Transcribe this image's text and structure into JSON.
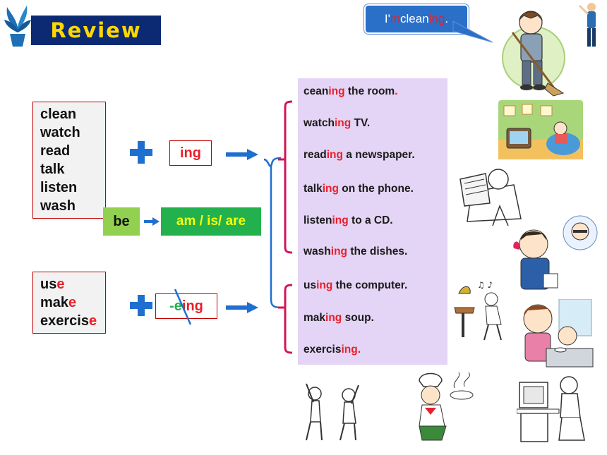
{
  "title": "Review",
  "speech_bubble": {
    "prefix": "I'",
    "accent1": "m",
    "middle": " clean",
    "accent2": "ing",
    "suffix": "."
  },
  "verbs_group1": [
    "clean",
    "watch",
    "read",
    "talk",
    "listen",
    "wash"
  ],
  "suffix_box1": "ing",
  "be_label": "be",
  "be_forms": "am / is/ are",
  "verbs_group2": [
    {
      "stem": "us",
      "end": "e"
    },
    {
      "stem": "mak",
      "end": "e"
    },
    {
      "stem": "exercis",
      "end": "e"
    }
  ],
  "suffix_box2": {
    "dash": "- ",
    "letter": "e",
    "ing": "ing"
  },
  "phrases": [
    {
      "stem": "cean",
      "ing": "ing",
      "rest": " the room",
      "dot": "."
    },
    {
      "stem": "watch",
      "ing": "ing",
      "rest": " TV.",
      "dot": ""
    },
    {
      "stem": "read",
      "ing": "ing",
      "rest": " a newspaper.",
      "dot": ""
    },
    {
      "stem": "talk",
      "ing": "ing",
      "rest": " on the phone.",
      "dot": ""
    },
    {
      "stem": "listen",
      "ing": "ing",
      "rest": " to a CD.",
      "dot": ""
    },
    {
      "stem": "wash",
      "ing": "ing",
      "rest": " the dishes.",
      "dot": ""
    },
    {
      "stem": "us",
      "ing": "ing",
      "rest": " the computer.",
      "dot": ""
    },
    {
      "stem": "mak",
      "ing": "ing",
      "rest": " soup.",
      "dot": ""
    },
    {
      "stem": "exercis",
      "ing": "ing",
      "rest": "",
      "dot": "."
    }
  ],
  "colors": {
    "title_bg": "#0b2a73",
    "title_text": "#ffd800",
    "accent_red": "#e8202a",
    "plus_blue": "#1f6fd1",
    "bracket_red": "#d4145a",
    "bracket_blue": "#1f6fd1",
    "panel": "#e4d4f5",
    "be_green": "#92d050",
    "forms_green": "#22b14c"
  },
  "icons": [
    "plant-icon",
    "man-sweeping-illustration",
    "pointing-man-icon",
    "plus-icon",
    "arrow-right-icon"
  ]
}
